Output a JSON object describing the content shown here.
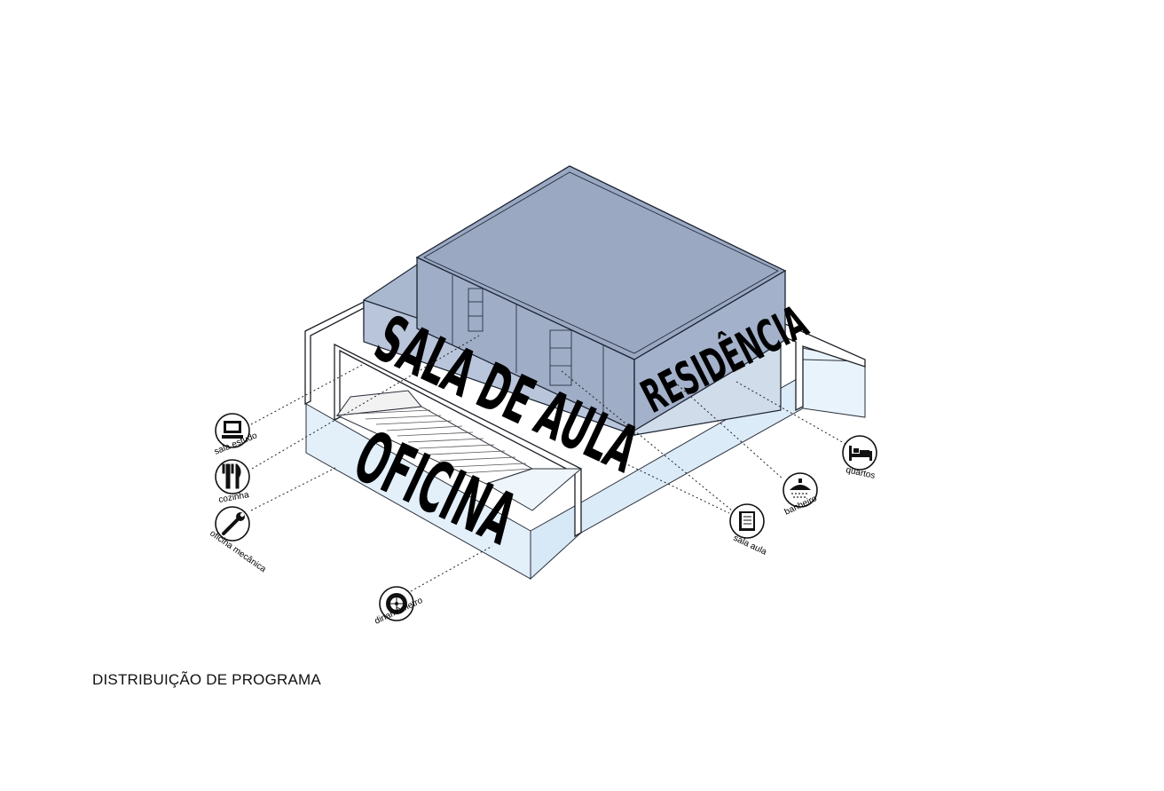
{
  "caption": "DISTRIBUIÇÃO DE PROGRAMA",
  "zones": {
    "residencia": "RESIDÊNCIA",
    "sala_de_aula": "SALA DE AULA",
    "oficina": "OFICINA"
  },
  "icons": {
    "sala_estudo": {
      "label": "sala estudo",
      "icon": "computer-icon"
    },
    "cozinha": {
      "label": "cozinha",
      "icon": "cutlery-icon"
    },
    "oficina_mecanica": {
      "label": "oficina mecânica",
      "icon": "wrench-icon"
    },
    "dinamometro": {
      "label": "dinamômetro",
      "icon": "wheel-icon"
    },
    "sala_aula": {
      "label": "sala aula",
      "icon": "book-icon"
    },
    "banheiro": {
      "label": "banheiro",
      "icon": "shower-icon"
    },
    "quartos": {
      "label": "quartos",
      "icon": "bed-icon"
    }
  },
  "colors": {
    "roof_blue": "#9caac3",
    "wall_blue": "#b6c2d8",
    "glass_light": "#e4f1fb",
    "outline": "#1c2433"
  }
}
